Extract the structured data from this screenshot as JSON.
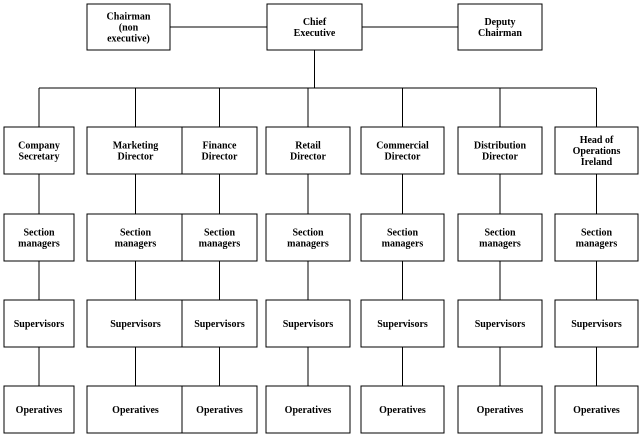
{
  "org_chart": {
    "top_row": [
      {
        "id": "chairman",
        "lines": [
          "Chairman",
          "(non",
          "executive)"
        ]
      },
      {
        "id": "chief-executive",
        "lines": [
          "Chief",
          "Executive"
        ]
      },
      {
        "id": "deputy-chairman",
        "lines": [
          "Deputy",
          "Chairman"
        ]
      }
    ],
    "directors": [
      {
        "id": "company-secretary",
        "lines": [
          "Company",
          "Secretary"
        ]
      },
      {
        "id": "marketing-director",
        "lines": [
          "Marketing",
          "Director"
        ]
      },
      {
        "id": "finance-director",
        "lines": [
          "Finance",
          "Director"
        ]
      },
      {
        "id": "retail-director",
        "lines": [
          "Retail",
          "Director"
        ]
      },
      {
        "id": "commercial-director",
        "lines": [
          "Commercial",
          "Director"
        ]
      },
      {
        "id": "distribution-director",
        "lines": [
          "Distribution",
          "Director"
        ]
      },
      {
        "id": "head-of-operations-ireland",
        "lines": [
          "Head of",
          "Operations",
          "Ireland"
        ]
      }
    ],
    "levels": [
      {
        "id": "section-managers",
        "lines": [
          "Section",
          "managers"
        ]
      },
      {
        "id": "supervisors",
        "lines": [
          "Supervisors"
        ]
      },
      {
        "id": "operatives",
        "lines": [
          "Operatives"
        ]
      }
    ]
  }
}
